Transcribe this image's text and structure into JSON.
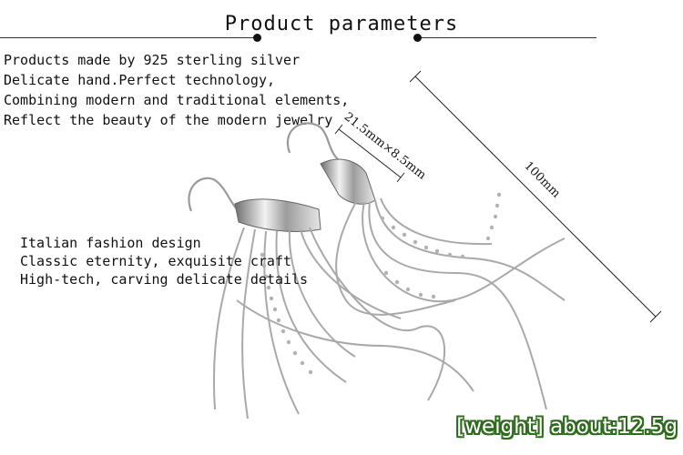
{
  "title": "Product parameters",
  "intro": {
    "line1": "Products made by 925 sterling silver",
    "line2": "Delicate hand.Perfect technology,",
    "line3": "Combining modern and traditional elements,",
    "line4": "Reflect the beauty of the modern jewelry"
  },
  "features": {
    "line1": "Italian fashion design",
    "line2": "Classic eternity, exquisite craft",
    "line3": "High-tech, carving delicate details"
  },
  "dimensions": {
    "size": "21.5mm×8.5mm",
    "length": "100mm"
  },
  "weight_label": "[weight] about:12.5g",
  "colors": {
    "text": "#111111",
    "silver": "#b8b8b8",
    "weight_outline": "#2f6b1e"
  }
}
